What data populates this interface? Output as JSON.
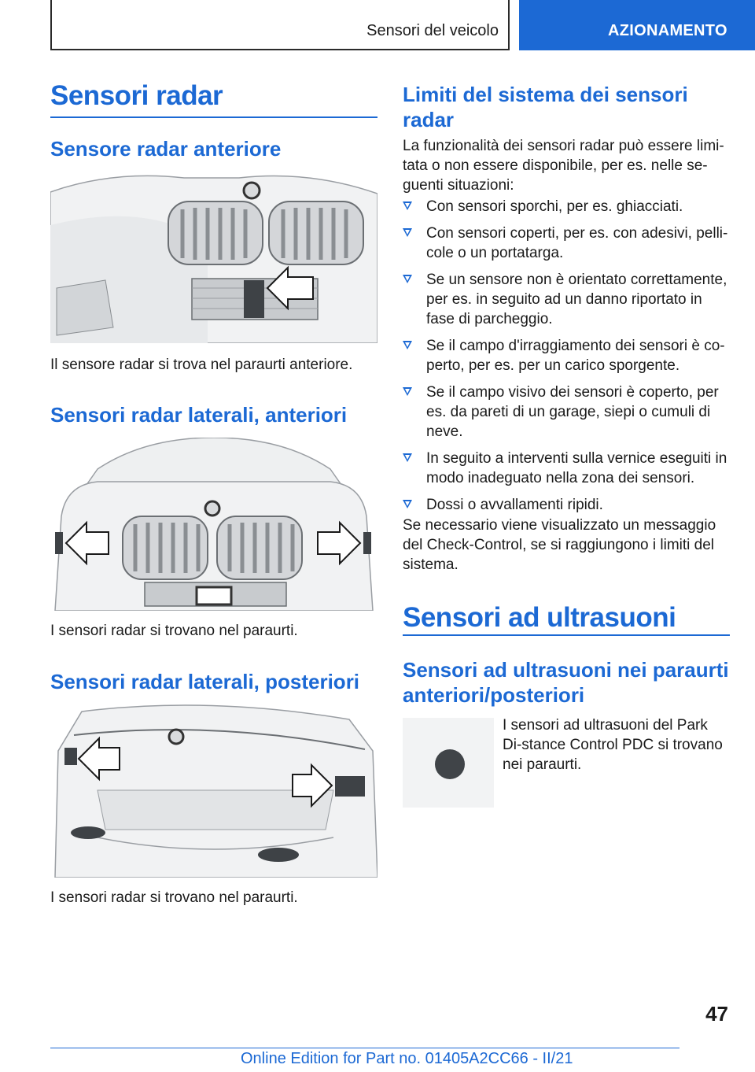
{
  "header": {
    "section": "Sensori del veicolo",
    "tab": "AZIONAMENTO"
  },
  "left": {
    "title": "Sensori radar",
    "sub1": "Sensore radar anteriore",
    "caption1": "Il sensore radar si trova nel paraurti anteriore.",
    "sub2": "Sensori radar laterali, anteriori",
    "caption2": "I sensori radar si trovano nel paraurti.",
    "sub3": "Sensori radar laterali, posteriori",
    "caption3": "I sensori radar si trovano nel paraurti."
  },
  "right": {
    "sub_limits": "Limiti del sistema dei sensori radar",
    "intro": "La funzionalità dei sensori radar può essere limi-tata o non essere disponibile, per es. nelle se-guenti situazioni:",
    "bullets": [
      "Con sensori sporchi, per es. ghiacciati.",
      "Con sensori coperti, per es. con adesivi, pelli-cole o un portatarga.",
      "Se un sensore non è orientato correttamente, per es. in seguito ad un danno riportato in fase di parcheggio.",
      "Se il campo d'irraggiamento dei sensori è co-perto, per es. per un carico sporgente.",
      "Se il campo visivo dei sensori è coperto, per es. da pareti di un garage, siepi o cumuli di neve.",
      "In seguito a interventi sulla vernice eseguiti in modo inadeguato nella zona dei sensori.",
      "Dossi o avvallamenti ripidi."
    ],
    "outro": "Se necessario viene visualizzato un messaggio del Check-Control, se si raggiungono i limiti del sistema.",
    "title2": "Sensori ad ultrasuoni",
    "sub_ultra": "Sensori ad ultrasuoni nei paraurti anteriori/posteriori",
    "ultra_text": "I sensori ad ultrasuoni del Park Di-stance Control PDC si trovano nei paraurti."
  },
  "footer": {
    "page_number": "47",
    "edition": "Online Edition for Part no. 01405A2CC66 - II/21"
  },
  "colors": {
    "accent": "#1c69d4",
    "text": "#1a1a1a"
  }
}
